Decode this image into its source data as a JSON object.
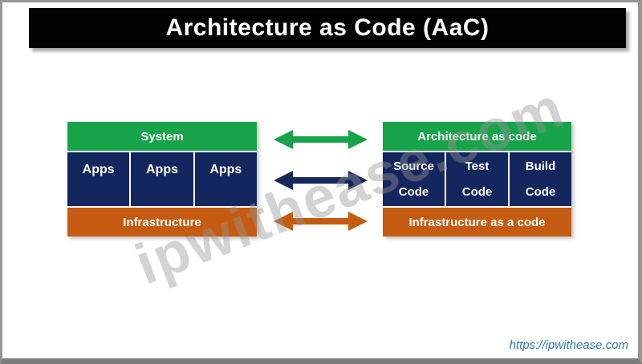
{
  "title": "Architecture as Code (AaC)",
  "left_block": {
    "header": "System",
    "cells": [
      "Apps",
      "Apps",
      "Apps"
    ],
    "footer": "Infrastructure"
  },
  "right_block": {
    "header": "Architecture as code",
    "cells": [
      {
        "line1": "Source",
        "line2": "Code"
      },
      {
        "line1": "Test",
        "line2": "Code"
      },
      {
        "line1": "Build",
        "line2": "Code"
      }
    ],
    "footer": "Infrastructure as a code"
  },
  "arrows": [
    {
      "name": "system-architecture-sync-arrow",
      "color": "#17A349"
    },
    {
      "name": "apps-code-sync-arrow",
      "color": "#16275C"
    },
    {
      "name": "infrastructure-sync-arrow",
      "color": "#C55A11"
    }
  ],
  "colors": {
    "green": "#17A349",
    "navy": "#14265E",
    "orange": "#C55A11",
    "title_bg": "#000000",
    "link_blue": "#2E75B6"
  },
  "watermark": "ipwithease.com",
  "footer_link": "https://ipwithease.com"
}
